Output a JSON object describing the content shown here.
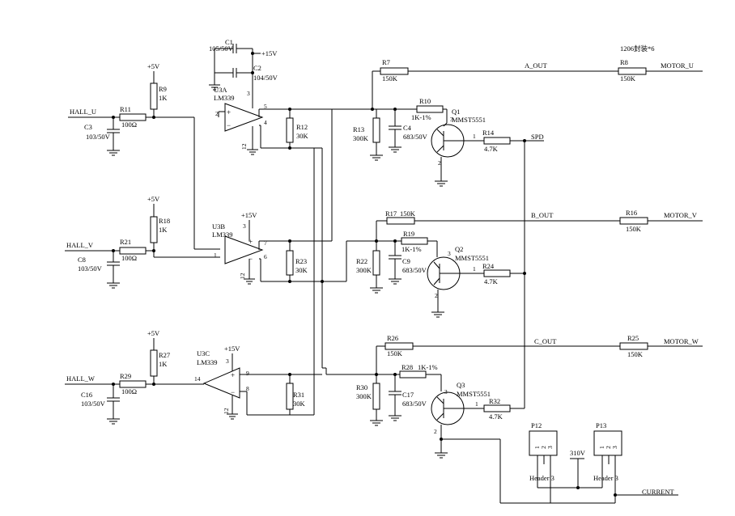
{
  "package_note": "1206封装*6",
  "labels": {
    "hall_u": "HALL_U",
    "hall_v": "HALL_V",
    "hall_w": "HALL_W",
    "a_out": "A_OUT",
    "b_out": "B_OUT",
    "c_out": "C_OUT",
    "motor_u": "MOTOR_U",
    "motor_v": "MOTOR_V",
    "motor_w": "MOTOR_W",
    "spd": "SPD",
    "current": "CURRENT",
    "v310": "310V",
    "plus5v": "+5V",
    "plus15v": "+15V"
  },
  "resistors": {
    "r7": {
      "ref": "R7",
      "val": "150K"
    },
    "r8": {
      "ref": "R8",
      "val": "150K"
    },
    "r9": {
      "ref": "R9",
      "val": "1K"
    },
    "r10": {
      "ref": "R10",
      "val": "1K-1%"
    },
    "r11": {
      "ref": "R11",
      "val": "100Ω"
    },
    "r12": {
      "ref": "R12",
      "val": "30K"
    },
    "r13": {
      "ref": "R13",
      "val": "300K"
    },
    "r14": {
      "ref": "R14",
      "val": "4.7K"
    },
    "r16": {
      "ref": "R16",
      "val": "150K"
    },
    "r17": {
      "ref": "R17",
      "val": "150K"
    },
    "r18": {
      "ref": "R18",
      "val": "1K"
    },
    "r19": {
      "ref": "R19",
      "val": "1K-1%"
    },
    "r21": {
      "ref": "R21",
      "val": "100Ω"
    },
    "r22": {
      "ref": "R22",
      "val": "300K"
    },
    "r23": {
      "ref": "R23",
      "val": "30K"
    },
    "r24": {
      "ref": "R24",
      "val": "4.7K"
    },
    "r25": {
      "ref": "R25",
      "val": "150K"
    },
    "r26": {
      "ref": "R26",
      "val": "150K"
    },
    "r27": {
      "ref": "R27",
      "val": "1K"
    },
    "r28": {
      "ref": "R28",
      "val": "1K-1%"
    },
    "r29": {
      "ref": "R29",
      "val": "100Ω"
    },
    "r30": {
      "ref": "R30",
      "val": "300K"
    },
    "r31": {
      "ref": "R31",
      "val": "30K"
    },
    "r32": {
      "ref": "R32",
      "val": "4.7K"
    }
  },
  "capacitors": {
    "c1": {
      "ref": "C1",
      "val": "105/50V"
    },
    "c2": {
      "ref": "C2",
      "val": "104/50V"
    },
    "c3": {
      "ref": "C3",
      "val": "103/50V"
    },
    "c4": {
      "ref": "C4",
      "val": "683/50V"
    },
    "c8": {
      "ref": "C8",
      "val": "103/50V"
    },
    "c9": {
      "ref": "C9",
      "val": "683/50V"
    },
    "c16": {
      "ref": "C16",
      "val": "103/50V"
    },
    "c17": {
      "ref": "C17",
      "val": "683/50V"
    }
  },
  "transistors": {
    "q1": {
      "ref": "Q1",
      "part": "MMST5551"
    },
    "q2": {
      "ref": "Q2",
      "part": "MMST5551"
    },
    "q3": {
      "ref": "Q3",
      "part": "MMST5551"
    }
  },
  "opamps": {
    "u3a": {
      "ref": "U3A",
      "part": "LM339"
    },
    "u3b": {
      "ref": "U3B",
      "part": "LM339"
    },
    "u3c": {
      "ref": "U3C",
      "part": "LM339"
    }
  },
  "headers": {
    "p12": {
      "ref": "P12",
      "name": "Header 3",
      "pins": [
        "1",
        "2",
        "3"
      ]
    },
    "p13": {
      "ref": "P13",
      "name": "Header 3",
      "pins": [
        "1",
        "2",
        "3"
      ]
    }
  },
  "pins": {
    "u3a": {
      "in_plus": "2",
      "in_minus": "4",
      "out": "5",
      "vcc": "3",
      "gnd": "12"
    },
    "u3b": {
      "in_plus": "1",
      "in_minus": "6",
      "out": "7",
      "vcc": "3",
      "gnd": "12"
    },
    "u3c": {
      "in_plus": "14",
      "in_minus": "8",
      "out": "9",
      "vcc": "3",
      "gnd": "12"
    },
    "q": {
      "b": "1",
      "c": "3",
      "e": "2"
    },
    "q1": {
      "b": "1",
      "c": "3",
      "e": "2"
    }
  },
  "signs": {
    "plus": "+",
    "minus": "−"
  }
}
